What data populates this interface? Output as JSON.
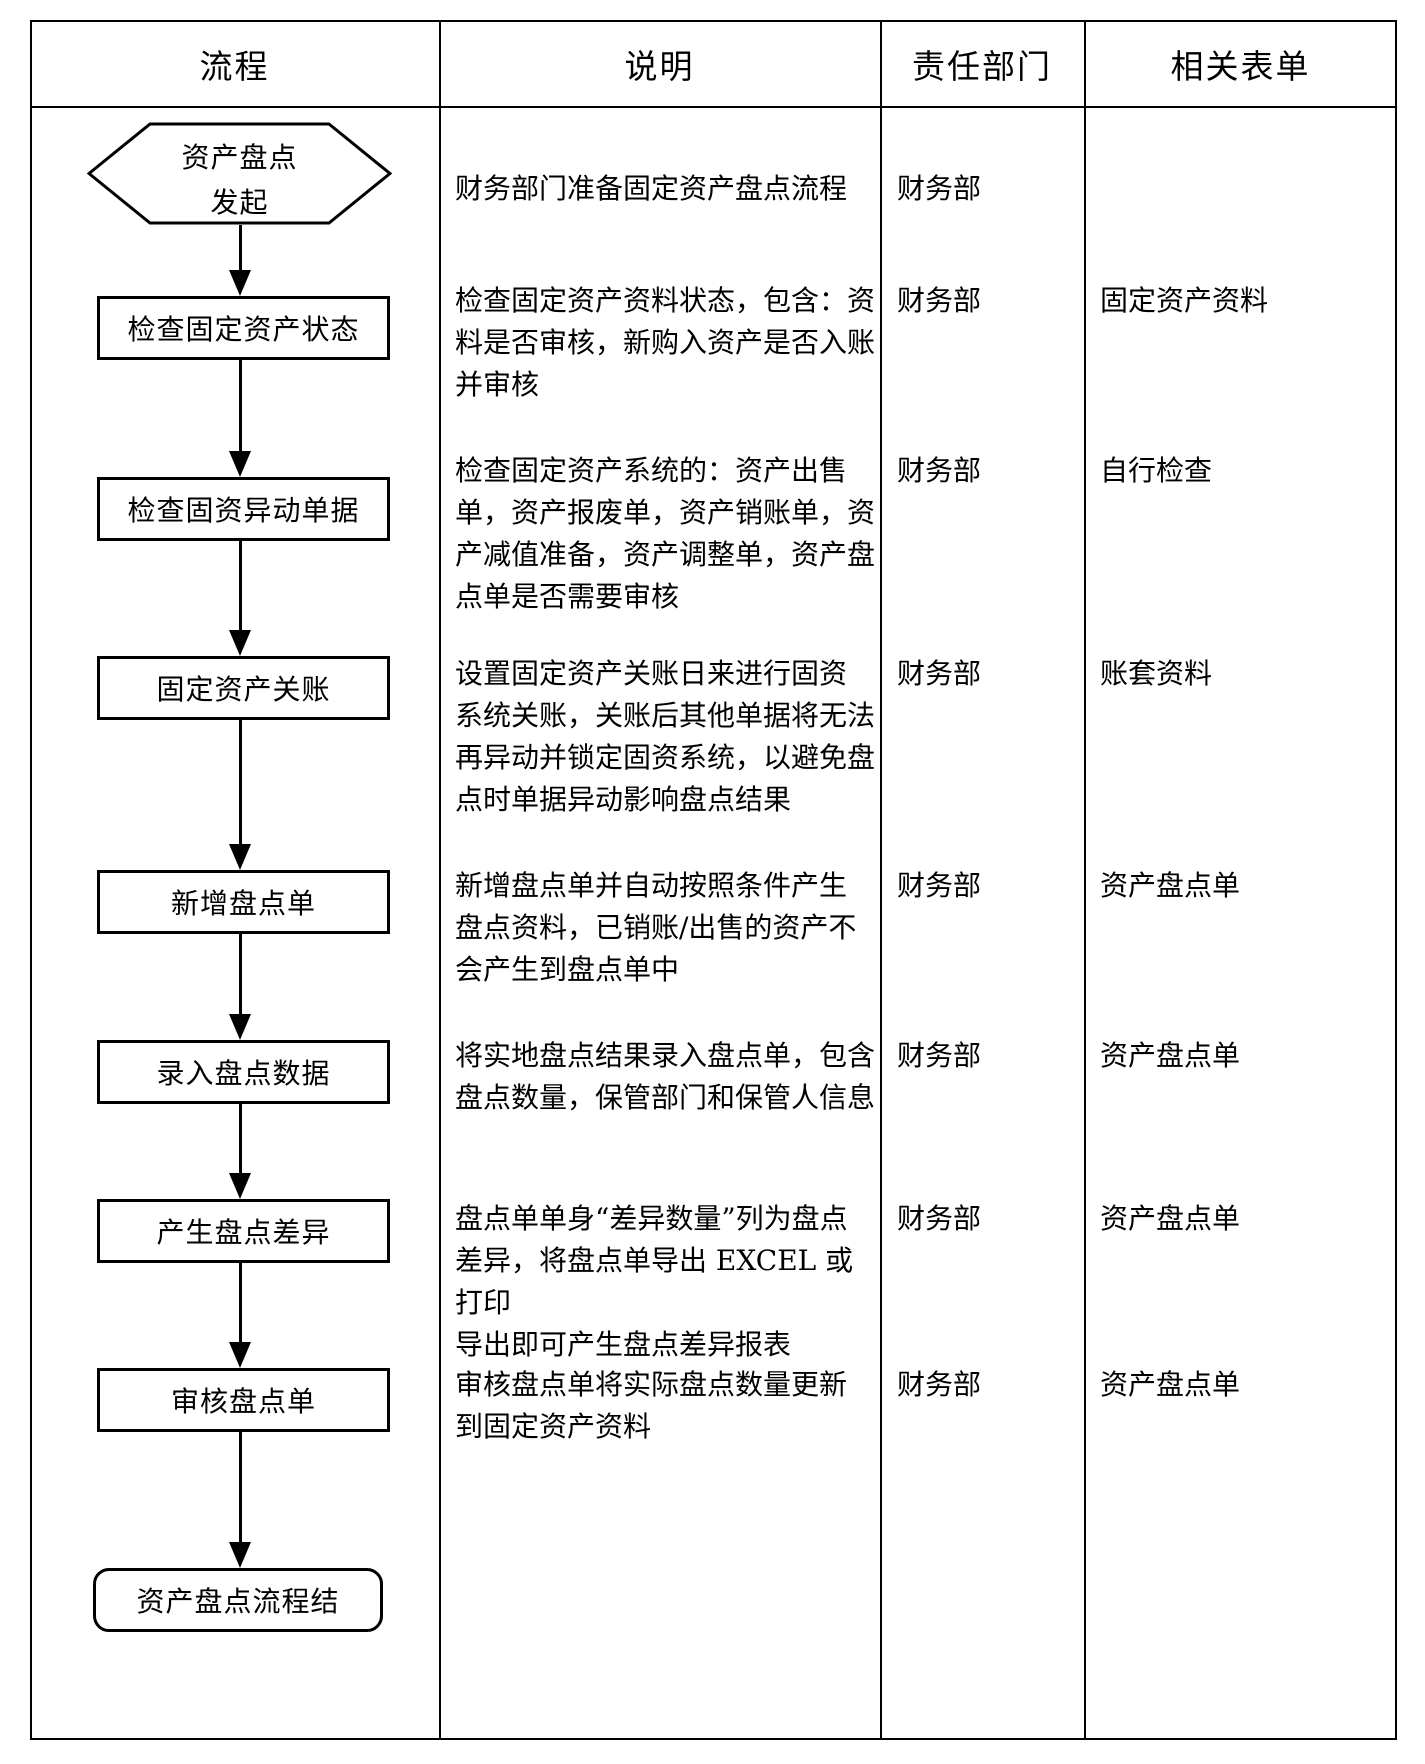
{
  "header": {
    "columns": [
      "流程",
      "说明",
      "责任部门",
      "相关表单"
    ]
  },
  "flow": {
    "start": {
      "line1": "资产盘点",
      "line2": "发起"
    },
    "steps": [
      "检查固定资产状态",
      "检查固资异动单据",
      "固定资产关账",
      "新增盘点单",
      "录入盘点数据",
      "产生盘点差异",
      "审核盘点单"
    ],
    "end": "资产盘点流程结"
  },
  "rows": [
    {
      "desc": "财务部门准备固定资产盘点流程",
      "dept": "财务部",
      "form": ""
    },
    {
      "desc": "检查固定资产资料状态，包含：资\n料是否审核，新购入资产是否入账\n并审核",
      "dept": "财务部",
      "form": "固定资产资料"
    },
    {
      "desc": "检查固定资产系统的：资产出售\n单，资产报废单，资产销账单，资\n产减值准备，资产调整单，资产盘\n点单是否需要审核",
      "dept": "财务部",
      "form": "自行检查"
    },
    {
      "desc": "设置固定资产关账日来进行固资\n系统关账，关账后其他单据将无法\n再异动并锁定固资系统，以避免盘\n点时单据异动影响盘点结果",
      "dept": "财务部",
      "form": "账套资料"
    },
    {
      "desc": "新增盘点单并自动按照条件产生\n盘点资料，已销账/出售的资产不\n会产生到盘点单中",
      "dept": "财务部",
      "form": "资产盘点单"
    },
    {
      "desc": "将实地盘点结果录入盘点单，包含\n盘点数量，保管部门和保管人信息",
      "dept": "财务部",
      "form": "资产盘点单"
    },
    {
      "desc": "盘点单单身“差异数量”列为盘点\n差异，将盘点单导出 EXCEL 或打印\n导出即可产生盘点差异报表",
      "dept": "财务部",
      "form": "资产盘点单"
    },
    {
      "desc": "审核盘点单将实际盘点数量更新\n到固定资产资料",
      "dept": "财务部",
      "form": "资产盘点单"
    }
  ]
}
